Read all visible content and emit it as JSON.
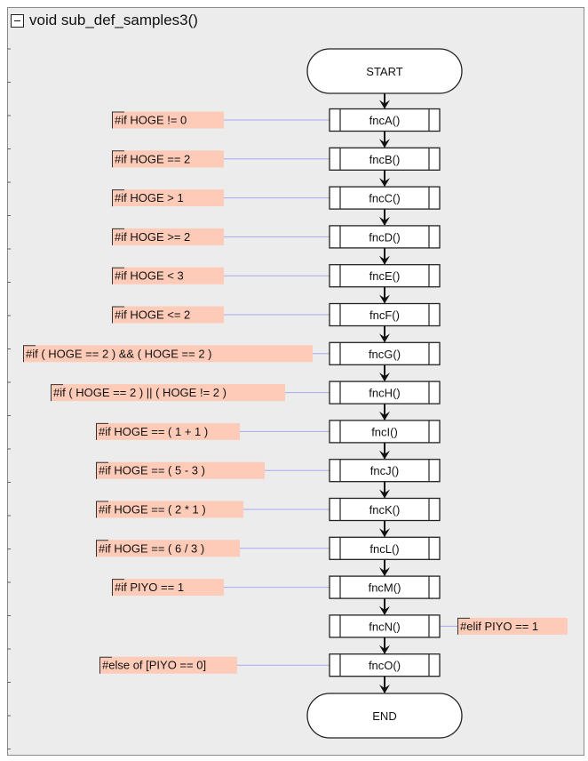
{
  "header": {
    "title": "void sub_def_samples3()"
  },
  "flow": {
    "start": "START",
    "end": "END",
    "steps": [
      {
        "label": "fncA()",
        "cond": "#if HOGE != 0",
        "side": "left"
      },
      {
        "label": "fncB()",
        "cond": "#if HOGE == 2",
        "side": "left"
      },
      {
        "label": "fncC()",
        "cond": "#if HOGE > 1",
        "side": "left"
      },
      {
        "label": "fncD()",
        "cond": "#if HOGE >= 2",
        "side": "left"
      },
      {
        "label": "fncE()",
        "cond": "#if HOGE < 3",
        "side": "left"
      },
      {
        "label": "fncF()",
        "cond": "#if HOGE <= 2",
        "side": "left"
      },
      {
        "label": "fncG()",
        "cond": "#if ( HOGE == 2 ) && ( HOGE == 2 )",
        "side": "left"
      },
      {
        "label": "fncH()",
        "cond": "#if ( HOGE == 2 ) || ( HOGE != 2 )",
        "side": "left"
      },
      {
        "label": "fncI()",
        "cond": "#if HOGE == ( 1 + 1 )",
        "side": "left"
      },
      {
        "label": "fncJ()",
        "cond": "#if HOGE == ( 5 - 3 )",
        "side": "left"
      },
      {
        "label": "fncK()",
        "cond": "#if HOGE == ( 2 * 1 )",
        "side": "left"
      },
      {
        "label": "fncL()",
        "cond": "#if HOGE == ( 6 / 3 )",
        "side": "left"
      },
      {
        "label": "fncM()",
        "cond": "#if PIYO == 1",
        "side": "left"
      },
      {
        "label": "fncN()",
        "cond": "#elif PIYO == 1",
        "side": "right"
      },
      {
        "label": "fncO()",
        "cond": "#else of [PIYO == 0]",
        "side": "left"
      }
    ]
  },
  "colors": {
    "note_fill": "#fdcbb7",
    "connector": "#a8a8ee",
    "box_stroke": "#222222",
    "frame_bg": "#ececec"
  }
}
